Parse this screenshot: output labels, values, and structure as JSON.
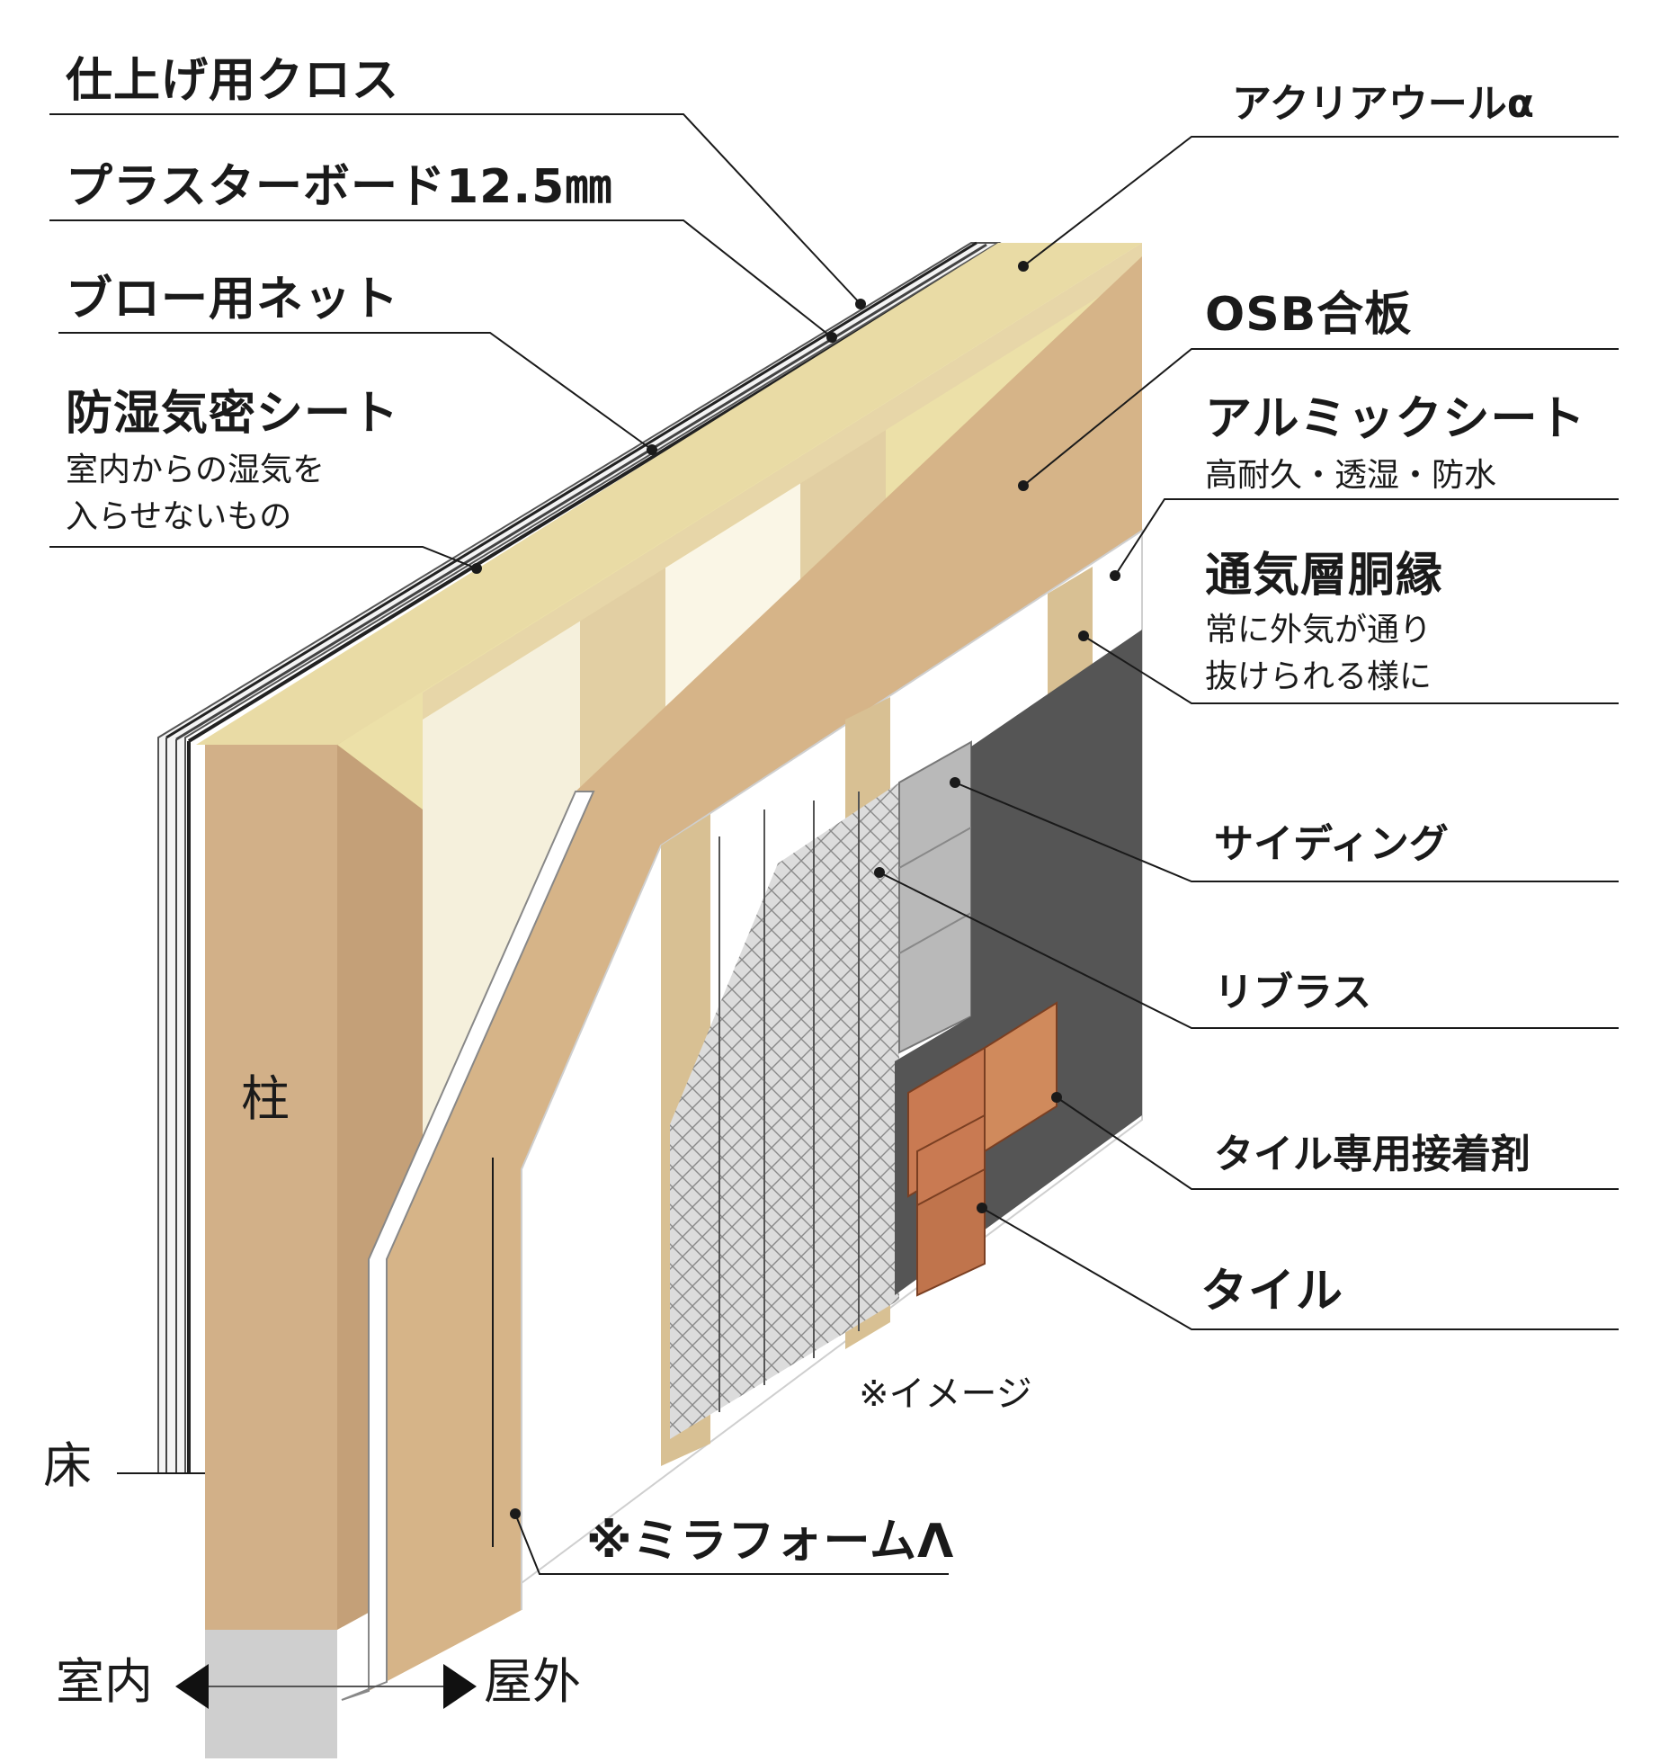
{
  "labels": {
    "cloth": "仕上げ用クロス",
    "plasterboard": "プラスターボード12.5㎜",
    "blow_net": "ブロー用ネット",
    "moisture_sheet": "防湿気密シート",
    "moisture_sheet_desc1": "室内からの湿気を",
    "moisture_sheet_desc2": "入らせないもの",
    "acrylic_wool": "アクリアウールα",
    "osb": "OSB合板",
    "alumic_sheet": "アルミックシート",
    "alumic_sheet_desc": "高耐久・透湿・防水",
    "vent_furring": "通気層胴縁",
    "vent_furring_desc1": "常に外気が通り",
    "vent_furring_desc2": "抜けられる様に",
    "siding": "サイディング",
    "rib_lath": "リブラス",
    "tile_adhesive": "タイル専用接着剤",
    "tile": "タイル",
    "pillar": "柱",
    "floor": "床",
    "image_note": "※イメージ",
    "mira_foam": "※ミラフォームΛ",
    "indoor": "室内",
    "outdoor": "屋外"
  },
  "colors": {
    "wood": "#d2b088",
    "insulation": "#ece0a8",
    "foam": "#ffffff",
    "siding": "#b9b9b9",
    "adhesive": "#555555",
    "tile": "#c97a52",
    "concrete": "#cfcfcf"
  }
}
